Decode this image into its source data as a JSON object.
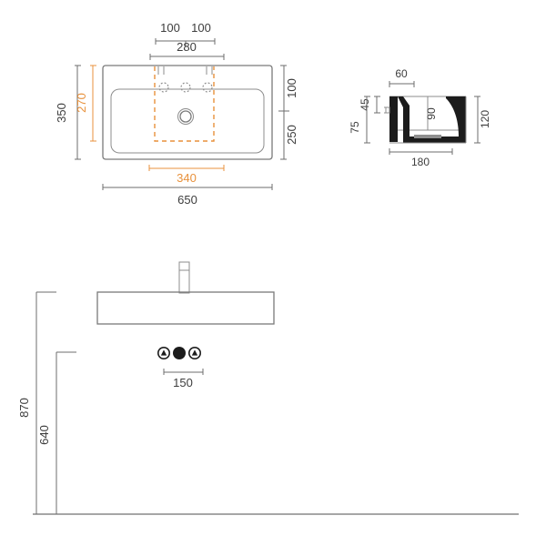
{
  "drawing": {
    "title": "Washbasin technical dimension drawing",
    "units": "mm",
    "colors": {
      "outline": "#7a7a7a",
      "dimension": "#6e6e6e",
      "text": "#3d3d3d",
      "accent_orange": "#e8913c",
      "solid_fill": "#1c1c1c",
      "background": "#ffffff"
    }
  },
  "plan_view": {
    "name": "top-plan-view",
    "dimensions": {
      "tap_hole_left_spacing": "100",
      "tap_hole_right_spacing": "100",
      "tap_holes_total": "280",
      "overall_depth": "350",
      "bowl_depth_accent": "270",
      "back_ledge": "100",
      "bowl_front": "250",
      "bowl_width_accent": "340",
      "overall_width": "650"
    },
    "features": {
      "tap_holes_count": 3,
      "drain_label": "drain-outlet"
    }
  },
  "side_view": {
    "name": "side-section-view",
    "dimensions": {
      "ledge_width": "60",
      "upper_height": "45",
      "lower_height": "75",
      "bowl_depth": "90",
      "overall_height": "120",
      "overall_projection": "180"
    }
  },
  "elevation_view": {
    "name": "front-elevation-view",
    "dimensions": {
      "mounting_height": "870",
      "rim_height": "640",
      "supply_spacing": "150"
    },
    "fixtures": {
      "spout_label": "wall-spout",
      "valve_left_label": "water-supply-left",
      "drain_center_label": "waste-outlet-center",
      "valve_right_label": "water-supply-right"
    }
  }
}
